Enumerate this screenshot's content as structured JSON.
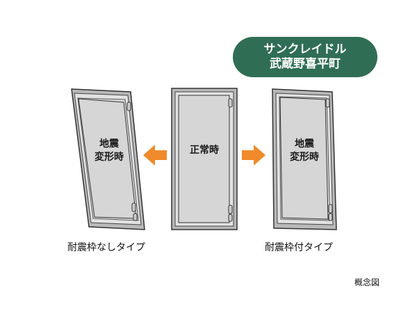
{
  "badge": {
    "line1": "サンクレイドル",
    "line2": "武蔵野喜平町"
  },
  "doors": {
    "left_label_line1": "地震",
    "left_label_line2": "変形時",
    "center_label": "正常時",
    "right_label_line1": "地震",
    "right_label_line2": "変形時"
  },
  "captions": {
    "left": "耐震枠なしタイプ",
    "right": "耐震枠付タイプ"
  },
  "note": "概念図",
  "colors": {
    "badge": "#2f6e55",
    "arrow": "#f08a2a",
    "door_fill": "#dcdcdc",
    "frame_fill": "#b9b9b9",
    "stroke": "#333333"
  }
}
